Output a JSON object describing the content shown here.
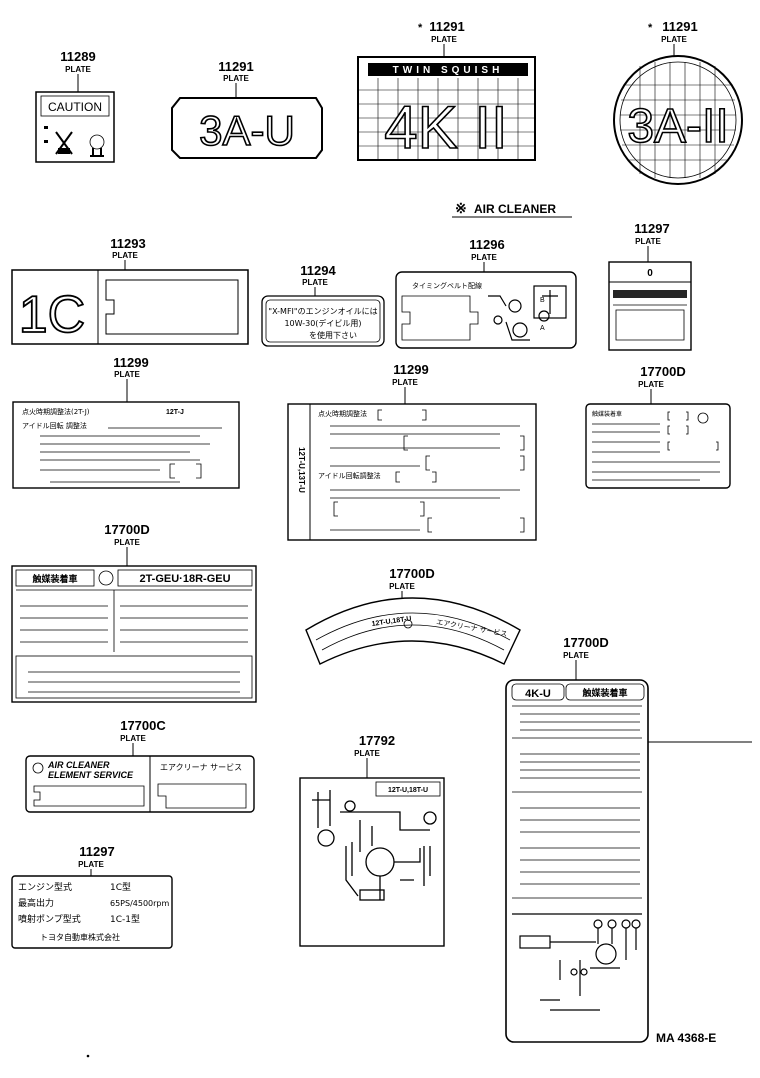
{
  "diagram_code": "MA 4368-E",
  "section_header": {
    "marker": "※",
    "text": "AIR CLEANER"
  },
  "parts": [
    {
      "id": "p1",
      "part_no": "11289",
      "type": "PLATE",
      "text": "CAUTION"
    },
    {
      "id": "p2",
      "part_no": "11291",
      "type": "PLATE",
      "text": "3A-U"
    },
    {
      "id": "p3",
      "part_no": "11291",
      "marker": "*",
      "type": "PLATE",
      "text": "4K II",
      "banner": "TWIN SQUISH"
    },
    {
      "id": "p4",
      "part_no": "11291",
      "marker": "*",
      "type": "PLATE",
      "text": "3A-II"
    },
    {
      "id": "p5",
      "part_no": "11293",
      "type": "PLATE",
      "text": "1C"
    },
    {
      "id": "p6",
      "part_no": "11294",
      "type": "PLATE",
      "lines": [
        "\"X-MFI\"のエンジンオイルには",
        "10W-30(デイビル用)",
        "を使用下さい"
      ]
    },
    {
      "id": "p7",
      "part_no": "11296",
      "type": "PLATE",
      "text": "タイミングベルト配線"
    },
    {
      "id": "p8",
      "part_no": "11297",
      "type": "PLATE",
      "text": "0"
    },
    {
      "id": "p9",
      "part_no": "11299",
      "type": "PLATE",
      "header": "点火時期調整法(2T-J)",
      "code": "12T-J",
      "line2": "アイドル回転 調整法"
    },
    {
      "id": "p10",
      "part_no": "11299",
      "type": "PLATE",
      "side": "12T-U,13T-U",
      "header": "点火時期調整法",
      "line2": "アイドル回転調整法"
    },
    {
      "id": "p11",
      "part_no": "17700D",
      "type": "PLATE",
      "header": "触媒装着車"
    },
    {
      "id": "p12",
      "part_no": "17700D",
      "type": "PLATE",
      "header": "触媒装着車",
      "code": "2T-GEU·18R-GEU"
    },
    {
      "id": "p13",
      "part_no": "17700D",
      "type": "PLATE",
      "code": "12T-U,18T-U",
      "right": "エアクリーナ サービス"
    },
    {
      "id": "p14",
      "part_no": "17700D",
      "type": "PLATE",
      "code": "4K-U",
      "header": "触媒装着車"
    },
    {
      "id": "p15",
      "part_no": "17700C",
      "type": "PLATE",
      "left": [
        "AIR CLEANER",
        "ELEMENT SERVICE"
      ],
      "right": "エアクリーナ サービス"
    },
    {
      "id": "p16",
      "part_no": "17792",
      "type": "PLATE",
      "code": "12T-U,18T-U"
    },
    {
      "id": "p17",
      "part_no": "11297",
      "type": "PLATE",
      "rows": [
        [
          "エンジン型式",
          "1C型"
        ],
        [
          "最高出力",
          "65PS/4500rpm"
        ],
        [
          "噴射ポンプ型式",
          "1C-1型"
        ]
      ],
      "footer": "トヨタ自動車株式会社"
    }
  ]
}
